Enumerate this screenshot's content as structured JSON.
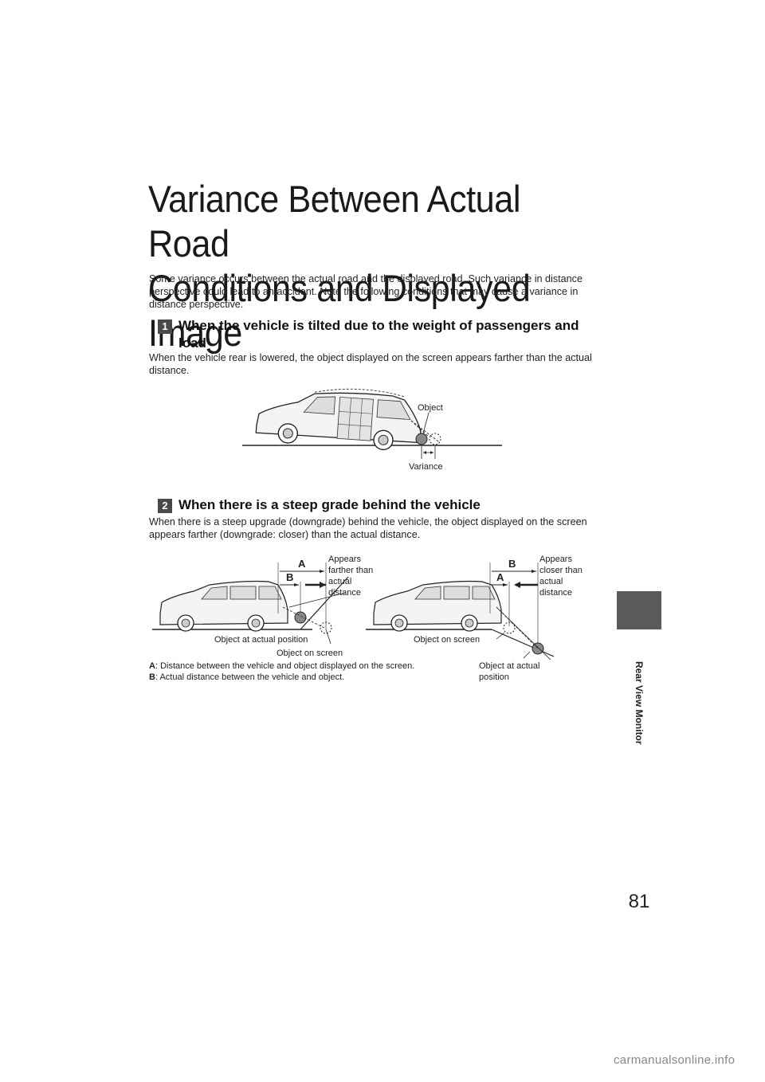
{
  "page": {
    "title_line1": "Variance Between Actual Road",
    "title_line2": "Conditions and Displayed Image",
    "intro": "Some variance occurs between the actual road and the displayed road. Such variance in distance perspective could lead to an accident. Note the following conditions that may cause a variance in distance perspective.",
    "page_number": "81",
    "side_label": "Rear View Monitor",
    "watermark": "carmanualsonline.info",
    "tab_color": "#5a5a5a"
  },
  "sections": [
    {
      "number": "1",
      "heading_line1": "When the vehicle is tilted due to the weight of passengers and",
      "heading_line2": "load",
      "body": "When the vehicle rear is lowered, the object displayed on the screen appears farther than the actual distance."
    },
    {
      "number": "2",
      "heading": "When there is a steep grade behind the vehicle",
      "body": "When there is a steep upgrade (downgrade) behind the vehicle, the object displayed on the screen appears farther (downgrade: closer) than the actual distance."
    }
  ],
  "figure1": {
    "object_label": "Object",
    "variance_label": "Variance"
  },
  "figure2": {
    "label_a": "A",
    "label_b": "B",
    "left_note_1": "Appears",
    "left_note_2": "farther than",
    "left_note_3": "actual",
    "left_note_4": "distance",
    "right_note_1": "Appears",
    "right_note_2": "closer than",
    "right_note_3": "actual",
    "right_note_4": "distance",
    "obj_actual_left": "Object at actual position",
    "obj_screen_left": "Object on screen",
    "obj_screen_right": "Object on screen",
    "obj_actual_right_1": "Object at actual",
    "obj_actual_right_2": "position",
    "legend_a_key": "A",
    "legend_a_text": ": Distance between the vehicle and object displayed on the screen.",
    "legend_b_key": "B",
    "legend_b_text": ": Actual distance between the vehicle and object."
  }
}
